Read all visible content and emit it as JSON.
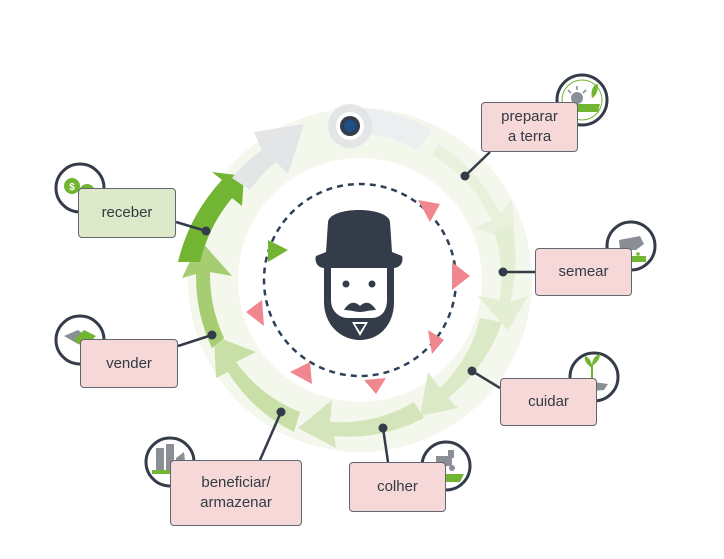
{
  "diagram": {
    "stages": [
      {
        "id": "preparar",
        "label_line1": "preparar",
        "label_line2": "a terra",
        "icon": "sun-field-icon"
      },
      {
        "id": "semear",
        "label": "semear",
        "icon": "sowing-hand-icon"
      },
      {
        "id": "cuidar",
        "label": "cuidar",
        "icon": "seedling-hand-icon"
      },
      {
        "id": "colher",
        "label": "colher",
        "icon": "harvester-icon"
      },
      {
        "id": "beneficiar",
        "label_line1": "beneficiar/",
        "label_line2": "armazenar",
        "icon": "silo-barn-icon"
      },
      {
        "id": "vender",
        "label": "vender",
        "icon": "handshake-icon"
      },
      {
        "id": "receber",
        "label": "receber",
        "icon": "money-coins-icon"
      }
    ],
    "center_icon": "farmer-face-icon",
    "colors": {
      "label_pink": "#f6d8d9",
      "label_green": "#dde9c9",
      "arrow_green_dark": "#72b532",
      "arrow_green_light": "#e6f0d6",
      "arrow_gray": "#e3e5e7",
      "triangle_red": "#f0878f",
      "dashed_ring": "#2e4057",
      "dark_navy": "#343c4a"
    }
  }
}
